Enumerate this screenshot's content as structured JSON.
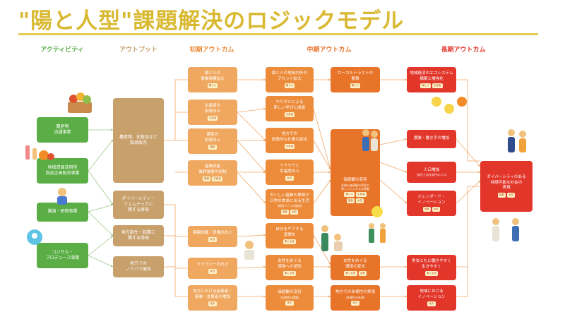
{
  "title": "\"陽と人型\"課題解決のロジックモデル",
  "colors": {
    "title": "#d9b932",
    "activity": "#5aae45",
    "output": "#c8a06c",
    "short_term": "#f0a860",
    "mid_term": "#ec8b3a",
    "long_term": "#e2362a"
  },
  "headers": {
    "activity": "アクティビティ",
    "output": "アウトプット",
    "short": "初期アウトカム",
    "mid": "中期アウトカム",
    "long": "長期アウトカム"
  },
  "activities": [
    {
      "label": "農産物\n流通事業"
    },
    {
      "label": "地域資源活用型\n商品企画販売事業"
    },
    {
      "label": "講演・研修事業"
    },
    {
      "label": "コンサル・\nプロデュース事業"
    }
  ],
  "outputs": [
    {
      "label": "農産物、化粧品など\n製品販売"
    },
    {
      "label": "ダイバーシティ・\nフェムテックに\n関する啓発"
    },
    {
      "label": "地方創生・起業に\n関する啓発"
    },
    {
      "label": "地方での\nノウハウ展及"
    }
  ],
  "short_outcomes": [
    {
      "label": "陽と人の\n事業規模拡大",
      "tags": [
        "陽と人"
      ]
    },
    {
      "label": "生産者の\n所得向上",
      "tags": [
        "生産者"
      ]
    },
    {
      "label": "農家の\n所得向上",
      "tags": [
        "農家"
      ]
    },
    {
      "label": "福島県産\n風評被害の抑制",
      "tags": [
        "福島",
        "生産者"
      ]
    },
    {
      "label": "健康知識・意識の向上",
      "tags": [
        "女性"
      ]
    },
    {
      "label": "リテラシーの向上",
      "tags": [
        "女性"
      ]
    },
    {
      "label": "地方における起業者・\n事業・支援者の増加",
      "tags": [
        "地方"
      ]
    }
  ],
  "mid_col1": [
    {
      "label": "陽と人の地域内外の\nアセット拡大",
      "tags": [
        "陽と人"
      ]
    },
    {
      "label": "やりがいによる\n新しい学びと成長",
      "tags": [
        "生産者"
      ]
    },
    {
      "label": "地方での\n創造的な仕事の創出",
      "tags": [
        "生産者"
      ]
    },
    {
      "label": "ワクワクと\n幸福度向上",
      "tags": [
        "女性"
      ]
    },
    {
      "label": "おいしい福島の果物が\n日常の食卓にある生活",
      "sub": "(福島ファンの増加)",
      "tags": [
        "福島",
        "女性"
      ]
    },
    {
      "label": "自分をケアする\n習慣化",
      "tags": [
        "働く女性"
      ]
    },
    {
      "label": "女性をめぐる\n環境への認知",
      "tags": [
        "働く女性"
      ]
    },
    {
      "label": "価値観の変容",
      "sub": "(多様性の理解)",
      "tags": [
        "地方"
      ]
    }
  ],
  "mid_col2": [
    {
      "label": "ローカルトラストの\n蓄積",
      "tags": [
        "陽と人"
      ]
    },
    {
      "label": "価値観の変容",
      "sub": "多様な価値観の受容や\n新しいビジネスの挑戦",
      "tags": [
        "陽と人",
        "生産者",
        "福島",
        "女性"
      ]
    },
    {
      "label": "女性をめぐる\n環境の変化",
      "tags": [
        "働く女性",
        "企業"
      ]
    },
    {
      "label": "地方での多様性の実現",
      "sub": "(多様性の体現)",
      "tags": [
        "地方"
      ]
    }
  ],
  "long_col1": [
    {
      "label": "地域経済のエコシステム\n構築と増強化",
      "tags": [
        "陽と人",
        "生産者"
      ]
    },
    {
      "label": "農業・働き手の増加",
      "tags": []
    },
    {
      "label": "人口増加",
      "sub": "(女性と若年女性の人口)",
      "tags": []
    },
    {
      "label": "ジェンダード・\nイノベーション",
      "tags": [
        "福島",
        "女性"
      ]
    },
    {
      "label": "男女ともに働きやすく\n生きやすく",
      "tags": [
        "働く女性"
      ]
    },
    {
      "label": "地域における\nイノベーション",
      "tags": [
        "地方"
      ]
    }
  ],
  "long_final": {
    "label": "ダイバーシティのある\n持続可能な社会の\n実現",
    "tags": [
      "福島",
      "女性"
    ]
  }
}
